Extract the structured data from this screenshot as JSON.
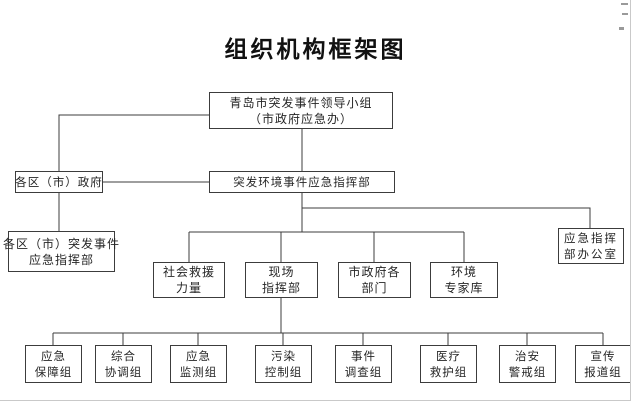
{
  "title": "组织机构框架图",
  "nodes": {
    "leading_group": {
      "line1": "青岛市突发事件领导小组",
      "line2": "（市政府应急办）"
    },
    "district_gov": {
      "line1": "各区（市）政府"
    },
    "emergency_hq": {
      "line1": "突发环境事件应急指挥部"
    },
    "district_hq": {
      "line1": "各区（市）突发事件",
      "line2": "应急指挥部"
    },
    "hq_office": {
      "line1": "应急指挥",
      "line2": "部办公室"
    },
    "social_rescue": {
      "line1": "社会救援",
      "line2": "力量"
    },
    "field_command": {
      "line1": "现场",
      "line2": "指挥部"
    },
    "gov_departments": {
      "line1": "市政府各",
      "line2": "部门"
    },
    "expert_pool": {
      "line1": "环境",
      "line2": "专家库"
    },
    "teams": [
      {
        "line1": "应急",
        "line2": "保障组"
      },
      {
        "line1": "综合",
        "line2": "协调组"
      },
      {
        "line1": "应急",
        "line2": "监测组"
      },
      {
        "line1": "污染",
        "line2": "控制组"
      },
      {
        "line1": "事件",
        "line2": "调查组"
      },
      {
        "line1": "医疗",
        "line2": "救护组"
      },
      {
        "line1": "治安",
        "line2": "警戒组"
      },
      {
        "line1": "宣传",
        "line2": "报道组"
      }
    ]
  },
  "colors": {
    "line": "#3c3c3c",
    "box_border": "#3c3c3c",
    "background": "#ffffff",
    "text": "#262626",
    "edge_artifact": "#c9c9c9"
  }
}
